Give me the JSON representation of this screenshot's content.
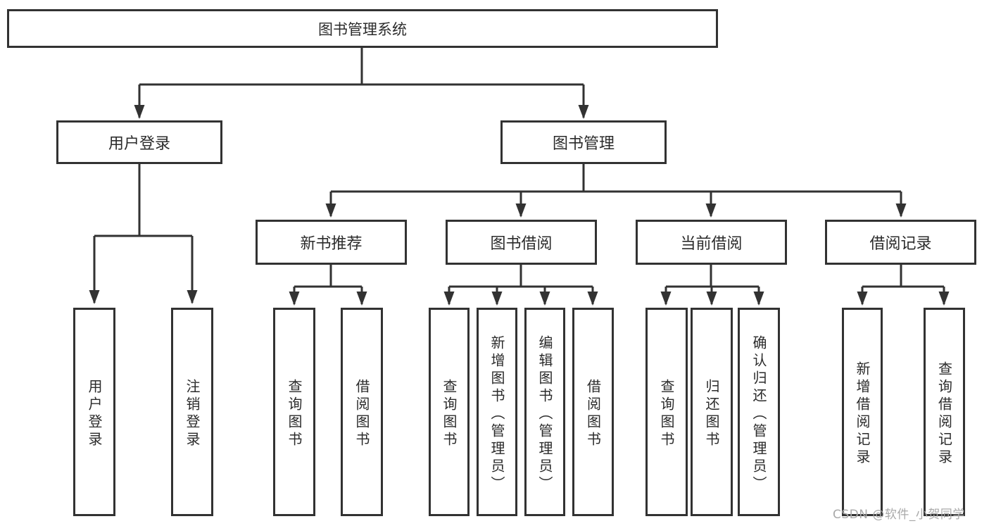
{
  "colors": {
    "line": "#323232",
    "box_border": "#323232",
    "text": "#2b2b2b",
    "watermark": "#a9a9a9",
    "background": "#ffffff"
  },
  "watermark": "CSDN @软件_小贺同学",
  "tree": {
    "label": "图书管理系统",
    "children": [
      {
        "label": "用户登录",
        "children": [
          {
            "label": "用户登录"
          },
          {
            "label": "注销登录"
          }
        ]
      },
      {
        "label": "图书管理",
        "children": [
          {
            "label": "新书推荐",
            "children": [
              {
                "label": "查询图书"
              },
              {
                "label": "借阅图书"
              }
            ]
          },
          {
            "label": "图书借阅",
            "children": [
              {
                "label": "查询图书"
              },
              {
                "label": "新增图书（管理员）"
              },
              {
                "label": "编辑图书（管理员）"
              },
              {
                "label": "借阅图书"
              }
            ]
          },
          {
            "label": "当前借阅",
            "children": [
              {
                "label": "查询图书"
              },
              {
                "label": "归还图书"
              },
              {
                "label": "确认归还（管理员）"
              }
            ]
          },
          {
            "label": "借阅记录",
            "children": [
              {
                "label": "新增借阅记录"
              },
              {
                "label": "查询借阅记录"
              }
            ]
          }
        ]
      }
    ]
  }
}
